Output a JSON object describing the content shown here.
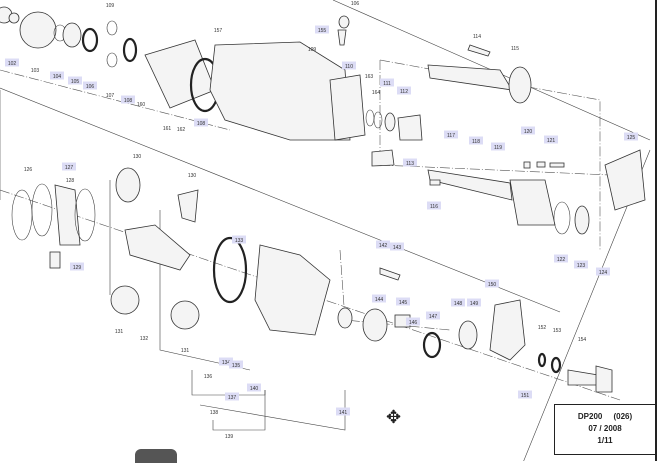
{
  "title_block": {
    "model": "DP200     (026)",
    "date": "07 / 2008",
    "page": "1/11"
  },
  "highlight_color": "#dcdcf5",
  "labels": [
    {
      "text": "102",
      "hl": true
    },
    {
      "text": "103",
      "hl": false
    },
    {
      "text": "104",
      "hl": true
    },
    {
      "text": "105",
      "hl": true
    },
    {
      "text": "106",
      "hl": true
    },
    {
      "text": "107",
      "hl": false
    },
    {
      "text": "108",
      "hl": true
    },
    {
      "text": "160",
      "hl": false
    },
    {
      "text": "161",
      "hl": false
    },
    {
      "text": "162",
      "hl": false
    },
    {
      "text": "108",
      "hl": true
    },
    {
      "text": "157",
      "hl": false
    },
    {
      "text": "109",
      "hl": false
    },
    {
      "text": "155",
      "hl": true
    },
    {
      "text": "109",
      "hl": false
    },
    {
      "text": "110",
      "hl": true
    },
    {
      "text": "163",
      "hl": false
    },
    {
      "text": "164",
      "hl": false
    },
    {
      "text": "111",
      "hl": true
    },
    {
      "text": "112",
      "hl": true
    },
    {
      "text": "113",
      "hl": true
    },
    {
      "text": "114",
      "hl": false
    },
    {
      "text": "115",
      "hl": false
    },
    {
      "text": "117",
      "hl": true
    },
    {
      "text": "118",
      "hl": true
    },
    {
      "text": "119",
      "hl": true
    },
    {
      "text": "120",
      "hl": true
    },
    {
      "text": "121",
      "hl": true
    },
    {
      "text": "125",
      "hl": true
    },
    {
      "text": "116",
      "hl": true
    },
    {
      "text": "122",
      "hl": true
    },
    {
      "text": "123",
      "hl": true
    },
    {
      "text": "124",
      "hl": true
    },
    {
      "text": "106",
      "hl": false
    },
    {
      "text": "126",
      "hl": false
    },
    {
      "text": "127",
      "hl": true
    },
    {
      "text": "128",
      "hl": false
    },
    {
      "text": "129",
      "hl": true
    },
    {
      "text": "130",
      "hl": false
    },
    {
      "text": "130",
      "hl": false
    },
    {
      "text": "131",
      "hl": false
    },
    {
      "text": "132",
      "hl": false
    },
    {
      "text": "131",
      "hl": false
    },
    {
      "text": "133",
      "hl": true
    },
    {
      "text": "134",
      "hl": true
    },
    {
      "text": "135",
      "hl": true
    },
    {
      "text": "136",
      "hl": false
    },
    {
      "text": "137",
      "hl": true
    },
    {
      "text": "140",
      "hl": true
    },
    {
      "text": "138",
      "hl": false
    },
    {
      "text": "139",
      "hl": false
    },
    {
      "text": "141",
      "hl": true
    },
    {
      "text": "142",
      "hl": true
    },
    {
      "text": "143",
      "hl": true
    },
    {
      "text": "144",
      "hl": true
    },
    {
      "text": "145",
      "hl": true
    },
    {
      "text": "146",
      "hl": true
    },
    {
      "text": "147",
      "hl": true
    },
    {
      "text": "148",
      "hl": true
    },
    {
      "text": "149",
      "hl": true
    },
    {
      "text": "150",
      "hl": true
    },
    {
      "text": "152",
      "hl": false
    },
    {
      "text": "153",
      "hl": false
    },
    {
      "text": "154",
      "hl": false
    },
    {
      "text": "151",
      "hl": true
    }
  ]
}
